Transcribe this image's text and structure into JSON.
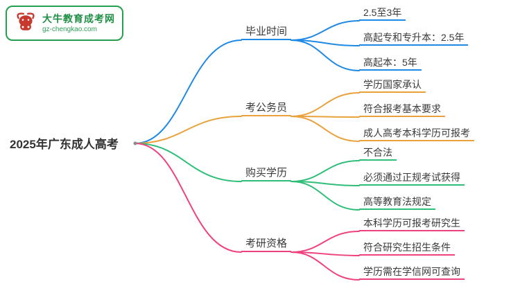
{
  "logo": {
    "title": "大牛教育成考网",
    "url": "gz-chengkao.com",
    "border_color": "#23A04E",
    "title_color": "#1E8F45",
    "bull_color": "#C5392F"
  },
  "root": {
    "label": "2025年广东成人高考"
  },
  "branches": [
    {
      "label": "毕业时间",
      "color": "#1E88E5",
      "children": [
        "2.5至3年",
        "高起专和专升本：2.5年",
        "高起本：5年"
      ]
    },
    {
      "label": "考公务员",
      "color": "#E9A23B",
      "children": [
        "学历国家承认",
        "符合报考基本要求",
        "成人高考本科学历可报考"
      ]
    },
    {
      "label": "购买学历",
      "color": "#2EBE77",
      "children": [
        "不合法",
        "必须通过正规考试获得",
        "高等教育法规定"
      ]
    },
    {
      "label": "考研资格",
      "color": "#F0417F",
      "children": [
        "本科学历可报考研究生",
        "符合研究生招生条件",
        "学历需在学信网可查询"
      ]
    }
  ]
}
